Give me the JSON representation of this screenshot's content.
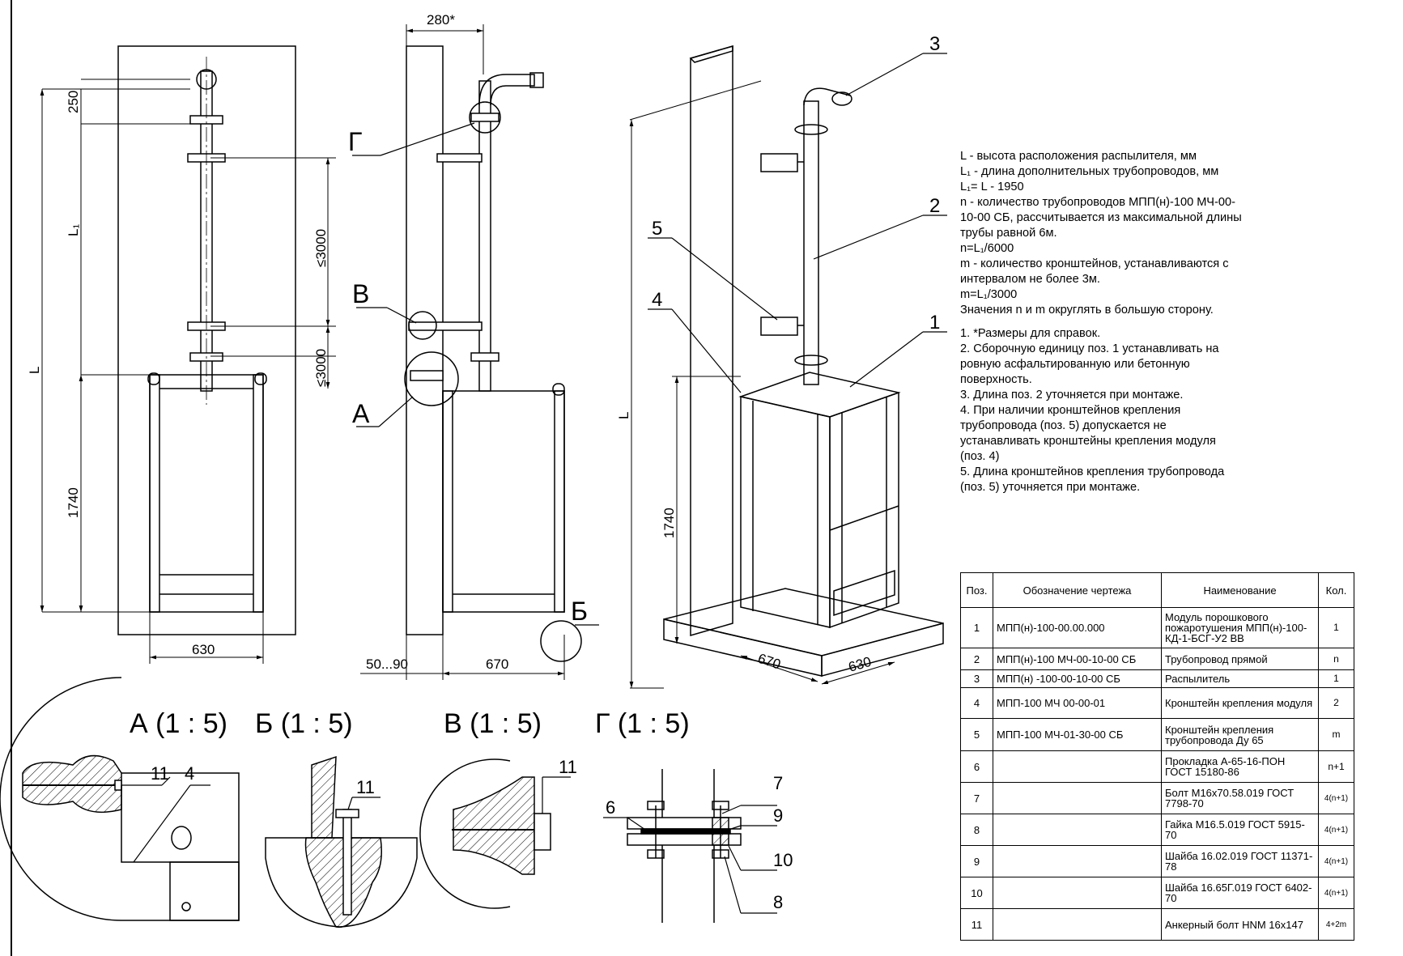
{
  "views": {
    "front": {
      "dim_250": "250",
      "dim_L1": "L₁",
      "dim_le3000_a": "≤3000",
      "dim_le3000_b": "≤3000",
      "dim_L": "L",
      "dim_1740": "1740",
      "dim_630": "630"
    },
    "side": {
      "dim_280": "280*",
      "callout_G": "Г",
      "callout_V": "В",
      "callout_A": "А",
      "callout_B": "Б",
      "dim_50_90": "50...90",
      "dim_670": "670"
    },
    "iso": {
      "pos_3": "3",
      "pos_2": "2",
      "pos_5": "5",
      "pos_4": "4",
      "pos_1": "1",
      "dim_L": "L",
      "dim_1740": "1740",
      "dim_670": "670",
      "dim_630": "630"
    }
  },
  "details": {
    "A": {
      "title": "А (1 : 5)",
      "labels": [
        "11",
        "4"
      ]
    },
    "B": {
      "title": "Б (1 : 5)",
      "labels": [
        "11"
      ]
    },
    "V": {
      "title": "В (1 : 5)",
      "labels": [
        "11"
      ]
    },
    "G": {
      "title": "Г (1 : 5)",
      "labels": [
        "6",
        "7",
        "9",
        "10",
        "8"
      ]
    }
  },
  "notes": {
    "definitions": [
      "L - высота расположения распылителя, мм",
      "L₁ - длина дополнительных трубопроводов, мм",
      "L₁= L - 1950",
      "n - количество трубопроводов МПП(н)-100 МЧ-00-",
      "10-00 СБ, рассчитывается из максимальной длины",
      "трубы равной 6м.",
      "n=L₁/6000",
      "m - количество кронштейнов, устанавливаются с",
      "интервалом не более 3м.",
      "m=L₁/3000",
      "Значения n и m округлять в большую сторону."
    ],
    "requirements": [
      "1. *Размеры для справок.",
      "2. Сборочную единицу поз. 1 устанавливать на",
      "ровную асфальтированную или бетонную",
      "поверхность.",
      "3. Длина поз. 2 уточняется при монтаже.",
      "4. При наличии кронштейнов крепления",
      "трубопровода (поз. 5) допускается не",
      "устанавливать кронштейны крепления модуля",
      "(поз. 4)",
      "5. Длина кронштейнов крепления трубопровода",
      "(поз. 5) уточняется при монтаже."
    ]
  },
  "spec_table": {
    "headers": [
      "Поз.",
      "Обозначение чертежа",
      "Наименование",
      "Кол."
    ],
    "rows": [
      {
        "pos": "1",
        "code": "МПП(н)-100-00.00.000",
        "name": "Модуль порошкового пожаротушения МПП(н)-100-КД-1-БСГ-У2 ВВ",
        "qty": "1"
      },
      {
        "pos": "2",
        "code": "МПП(н)-100 МЧ-00-10-00 СБ",
        "name": "Трубопровод прямой",
        "qty": "n"
      },
      {
        "pos": "3",
        "code": "МПП(н) -100-00-10-00 СБ",
        "name": "Распылитель",
        "qty": "1"
      },
      {
        "pos": "4",
        "code": "МПП-100 МЧ 00-00-01",
        "name": "Кронштейн крепления модуля",
        "qty": "2"
      },
      {
        "pos": "5",
        "code": "МПП-100 МЧ-01-30-00 СБ",
        "name": "Кронштейн крепления трубопровода Ду 65",
        "qty": "m"
      },
      {
        "pos": "6",
        "code": "",
        "name": "Прокладка А-65-16-ПОН ГОСТ 15180-86",
        "qty": "n+1"
      },
      {
        "pos": "7",
        "code": "",
        "name": "Болт М16x70.58.019 ГОСТ 7798-70",
        "qty": "4(n+1)"
      },
      {
        "pos": "8",
        "code": "",
        "name": "Гайка М16.5.019 ГОСТ 5915-70",
        "qty": "4(n+1)"
      },
      {
        "pos": "9",
        "code": "",
        "name": "Шайба 16.02.019 ГОСТ 11371-78",
        "qty": "4(n+1)"
      },
      {
        "pos": "10",
        "code": "",
        "name": "Шайба 16.65Г.019 ГОСТ 6402-70",
        "qty": "4(n+1)"
      },
      {
        "pos": "11",
        "code": "",
        "name": "Анкерный болт HNM 16x147",
        "qty": "4+2m"
      }
    ]
  }
}
